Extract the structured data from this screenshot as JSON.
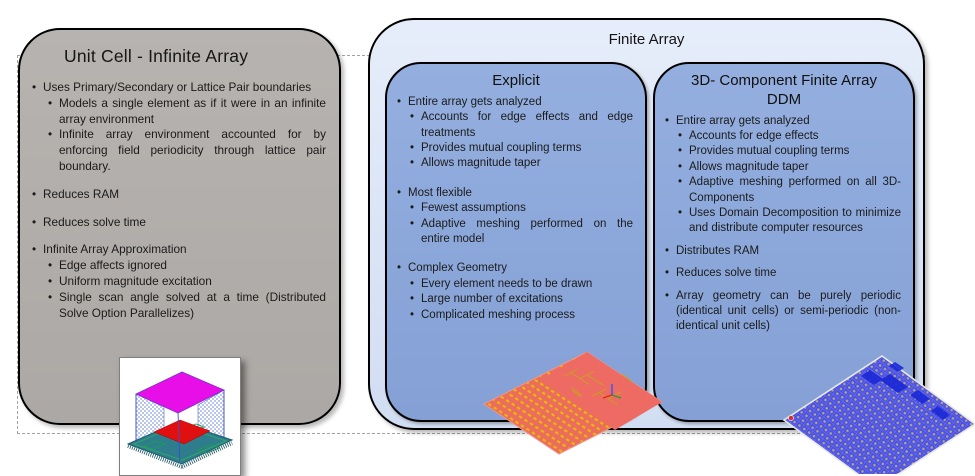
{
  "ui": {
    "bullet": "•"
  },
  "panels": {
    "unit_cell": {
      "title": "Unit Cell - Infinite Array",
      "groups": [
        {
          "text": "Uses Primary/Secondary or Lattice Pair boundaries",
          "subs": [
            "Models a single element as if it were in an infinite array environment",
            "Infinite array environment accounted for by enforcing field periodicity through lattice pair boundary."
          ]
        },
        {
          "text": "Reduces RAM",
          "subs": []
        },
        {
          "text": "Reduces solve time",
          "subs": []
        },
        {
          "text": "Infinite Array Approximation",
          "subs": [
            "Edge affects ignored",
            "Uniform magnitude excitation",
            "Single scan angle solved at a time (Distributed Solve Option Parallelizes)"
          ]
        }
      ]
    },
    "finite": {
      "title": "Finite Array",
      "explicit": {
        "title": "Explicit",
        "groups": [
          {
            "text": "Entire array gets analyzed",
            "subs": [
              "Accounts for edge effects and edge treatments",
              "Provides mutual coupling terms",
              "Allows magnitude taper"
            ]
          },
          {
            "text": "Most flexible",
            "subs": [
              "Fewest assumptions",
              "Adaptive meshing performed on the entire model"
            ]
          },
          {
            "text": "Complex Geometry",
            "subs": [
              "Every element needs to be drawn",
              "Large number of excitations",
              "Complicated meshing process"
            ]
          }
        ]
      },
      "ddm": {
        "title": "3D- Component Finite Array DDM",
        "groups": [
          {
            "text": "Entire array gets analyzed",
            "subs": [
              "Accounts for edge effects",
              "Provides mutual coupling terms",
              "Allows magnitude taper",
              "Adaptive meshing performed on all 3D-Components",
              "Uses Domain Decomposition to minimize and distribute computer resources"
            ]
          },
          {
            "text": "Distributes RAM",
            "subs": []
          },
          {
            "text": "Reduces solve time",
            "subs": []
          },
          {
            "text": "Array geometry can be purely periodic (identical unit cells) or semi-periodic (non-identical unit cells)",
            "subs": []
          }
        ]
      }
    }
  },
  "colors": {
    "panel_gray": "#b2aeab",
    "finite_bg": "#dbe5f6",
    "inner_blue": "#8ca8db",
    "outline": "#000000",
    "dash": "#a3a3a3",
    "render_red_board": "#ee6b63",
    "render_yellow_patch": "#f2b01e",
    "render_blue_board": "#4a50e2",
    "render_tan_dot": "#b3a585",
    "render_magenta_top": "#e80ee8",
    "render_red_patch": "#e01010",
    "render_teal_board": "#2e7d8c"
  }
}
